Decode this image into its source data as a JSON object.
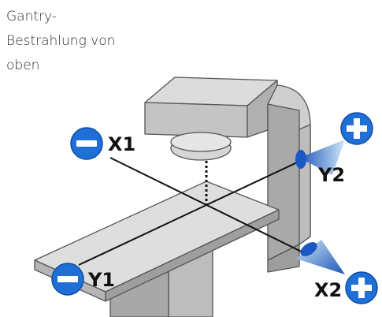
{
  "caption": {
    "line1": "Gantry-",
    "line2": "Bestrahlung von",
    "line3": "oben"
  },
  "axes": {
    "x1": "X1",
    "x2": "X2",
    "y1": "Y1",
    "y2": "Y2"
  },
  "signs": {
    "minus": "minus-icon",
    "plus": "plus-icon"
  },
  "colors": {
    "sign_blue": "#1f6fd6",
    "machine_top": "#d9d9d9",
    "machine_side": "#bdbdbd",
    "machine_dark": "#a4a4a4",
    "outline": "#555555"
  }
}
